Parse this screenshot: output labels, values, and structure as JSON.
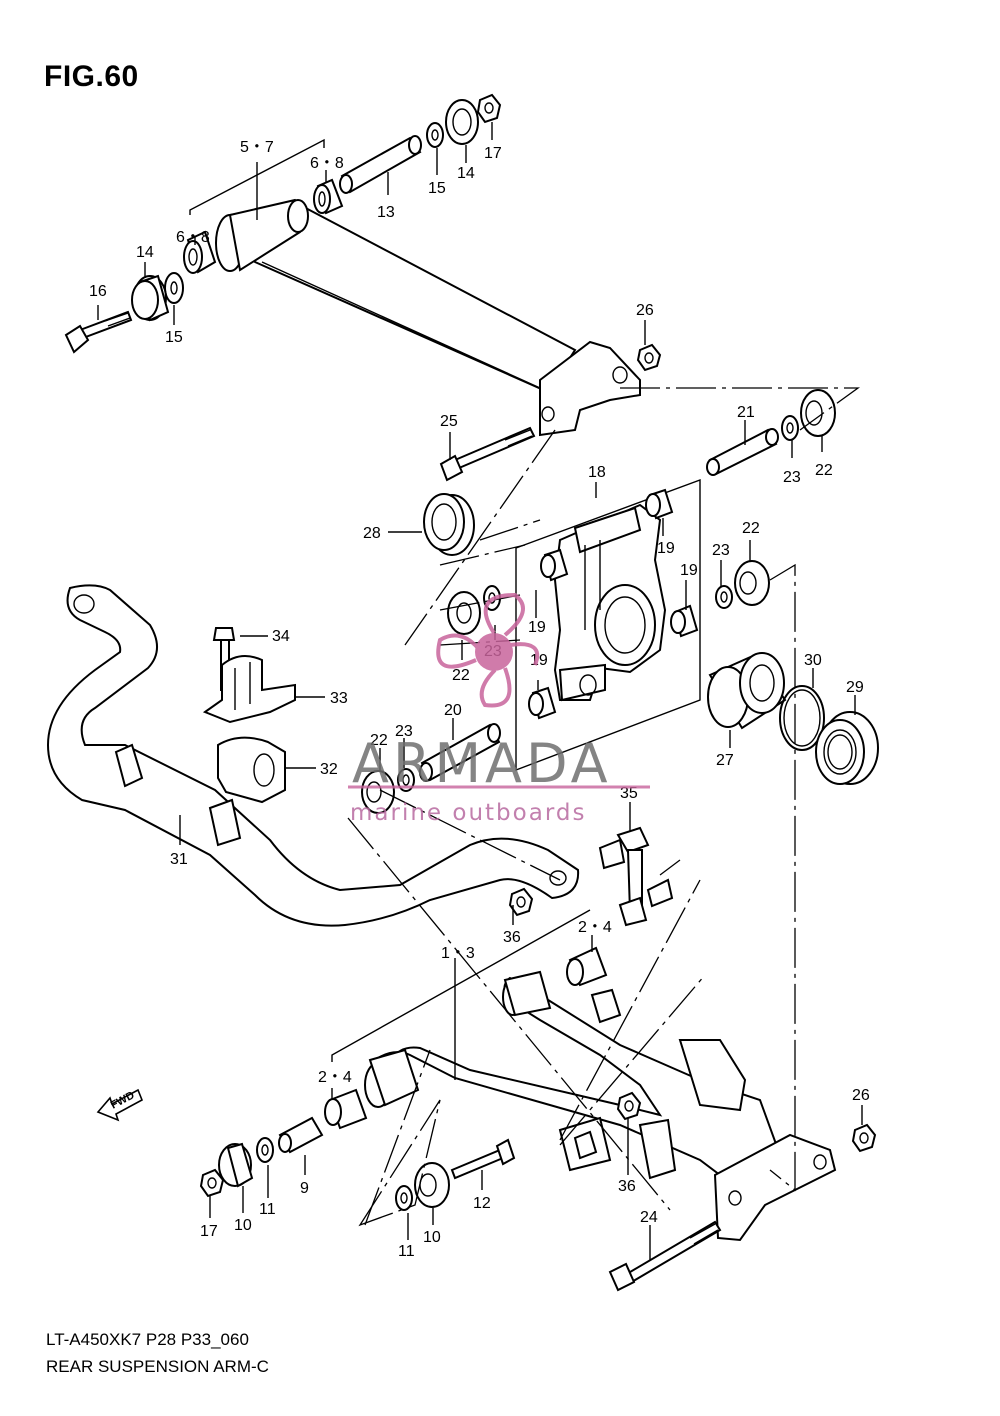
{
  "figure_title": "FIG.60",
  "footer": {
    "model_code": "LT-A450XK7 P28 P33_060",
    "section_name": "REAR SUSPENSION ARM-C"
  },
  "watermark": {
    "brand": "ARMADA",
    "tagline": "marine outboards",
    "color_gray": "#6f6f6f",
    "color_pink": "#c8649c"
  },
  "fwd_label": "FWD",
  "callouts": [
    {
      "id": "c-5-7",
      "text": "5・7"
    },
    {
      "id": "c-6-8a",
      "text": "6・8"
    },
    {
      "id": "c-6-8b",
      "text": "6・8"
    },
    {
      "id": "c-13",
      "text": "13"
    },
    {
      "id": "c-15a",
      "text": "15"
    },
    {
      "id": "c-14a",
      "text": "14"
    },
    {
      "id": "c-17a",
      "text": "17"
    },
    {
      "id": "c-14b",
      "text": "14"
    },
    {
      "id": "c-16",
      "text": "16"
    },
    {
      "id": "c-15b",
      "text": "15"
    },
    {
      "id": "c-26a",
      "text": "26"
    },
    {
      "id": "c-25",
      "text": "25"
    },
    {
      "id": "c-21",
      "text": "21"
    },
    {
      "id": "c-23a",
      "text": "23"
    },
    {
      "id": "c-22a",
      "text": "22"
    },
    {
      "id": "c-18",
      "text": "18"
    },
    {
      "id": "c-28",
      "text": "28"
    },
    {
      "id": "c-19a",
      "text": "19"
    },
    {
      "id": "c-19b",
      "text": "19"
    },
    {
      "id": "c-19c",
      "text": "19"
    },
    {
      "id": "c-19d",
      "text": "19"
    },
    {
      "id": "c-23b",
      "text": "23"
    },
    {
      "id": "c-22b",
      "text": "22"
    },
    {
      "id": "c-23c",
      "text": "23"
    },
    {
      "id": "c-22c",
      "text": "22"
    },
    {
      "id": "c-34",
      "text": "34"
    },
    {
      "id": "c-33",
      "text": "33"
    },
    {
      "id": "c-32",
      "text": "32"
    },
    {
      "id": "c-30",
      "text": "30"
    },
    {
      "id": "c-29",
      "text": "29"
    },
    {
      "id": "c-27",
      "text": "27"
    },
    {
      "id": "c-20",
      "text": "20"
    },
    {
      "id": "c-22d",
      "text": "22"
    },
    {
      "id": "c-23d",
      "text": "23"
    },
    {
      "id": "c-35",
      "text": "35"
    },
    {
      "id": "c-31",
      "text": "31"
    },
    {
      "id": "c-36a",
      "text": "36"
    },
    {
      "id": "c-2-4a",
      "text": "2・4"
    },
    {
      "id": "c-1-3",
      "text": "1・3"
    },
    {
      "id": "c-2-4b",
      "text": "2・4"
    },
    {
      "id": "c-26b",
      "text": "26"
    },
    {
      "id": "c-9",
      "text": "9"
    },
    {
      "id": "c-11a",
      "text": "11"
    },
    {
      "id": "c-10a",
      "text": "10"
    },
    {
      "id": "c-17b",
      "text": "17"
    },
    {
      "id": "c-12",
      "text": "12"
    },
    {
      "id": "c-36b",
      "text": "36"
    },
    {
      "id": "c-11b",
      "text": "11"
    },
    {
      "id": "c-10b",
      "text": "10"
    },
    {
      "id": "c-24",
      "text": "24"
    }
  ]
}
